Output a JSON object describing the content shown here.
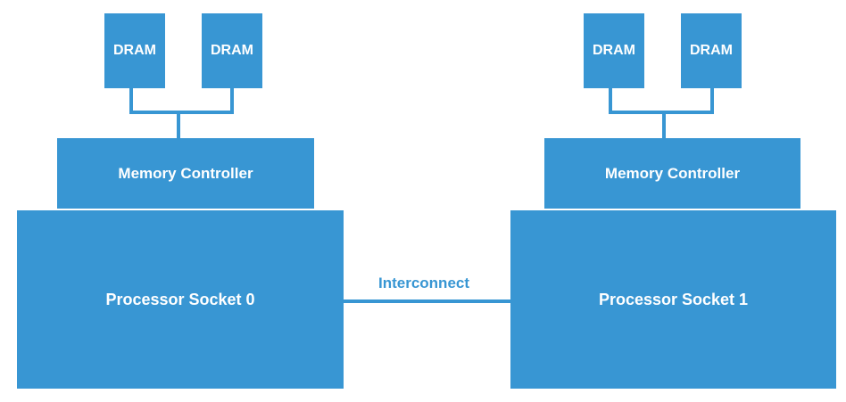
{
  "nodes": {
    "left": {
      "dram_a": "DRAM",
      "dram_b": "DRAM",
      "memory_controller": "Memory Controller",
      "socket": "Processor Socket 0"
    },
    "right": {
      "dram_a": "DRAM",
      "dram_b": "DRAM",
      "memory_controller": "Memory Controller",
      "socket": "Processor Socket 1"
    }
  },
  "edges": {
    "interconnect_label": "Interconnect"
  },
  "colors": {
    "box_fill": "#3896d3",
    "box_text": "#ffffff",
    "label_text": "#3896d3",
    "background": "#ffffff"
  }
}
